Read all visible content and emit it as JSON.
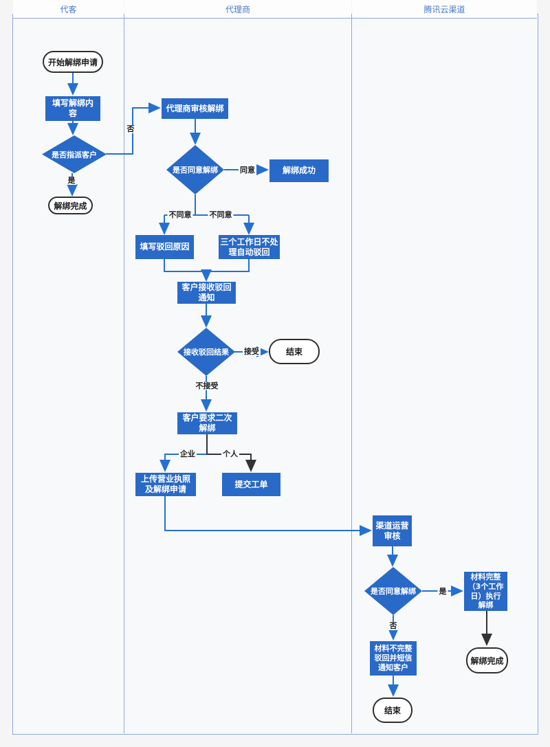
{
  "diagram": {
    "title_hint": "解绑流程泳道图",
    "lanes": [
      {
        "label": "代客"
      },
      {
        "label": "代理商"
      },
      {
        "label": "腾讯云渠道"
      }
    ],
    "nodes": {
      "start": "开始解绑申请",
      "fill_content": "填写解绑内\n容",
      "assign_customer": "是否指派客户",
      "unbind_done_left": "解绑完成",
      "agent_review": "代理商审核解绑",
      "agree_unbind": "是否同意解绑",
      "unbind_success": "解绑成功",
      "reject_reason": "填写驳回原因",
      "auto_reject": "三个工作日不处\n理自动驳回",
      "notify_reject": "客户接收驳回\n通知",
      "receive_result": "接收驳回结果",
      "end_mid": "结束",
      "second_unbind": "客户要求二次\n解绑",
      "upload_license": "上传营业执照\n及解绑申请",
      "submit_ticket": "提交工单",
      "channel_review": "渠道运营\n审核",
      "channel_agree": "是否同意解绑",
      "material_complete": "材料完整\n（3个工作\n日）执行\n解绑",
      "unbind_done_right": "解绑完成",
      "material_incomplete": "材料不完整\n驳回并短信\n通知客户",
      "end_bottom": "结束"
    },
    "edge_labels": {
      "no1": "否",
      "yes1": "是",
      "agree": "同意",
      "disagree_left": "不同意",
      "disagree_right": "不同意",
      "accept": "接受",
      "not_accept": "不接受",
      "enterprise": "企业",
      "personal": "个人",
      "yes2": "是",
      "no2": "否"
    },
    "colors": {
      "node_fill": "#2969c7",
      "connector_blue": "#2470d2",
      "connector_black": "#333333",
      "lane_border": "#8ca9dd",
      "header_text": "#4a7ac7",
      "lane_background": "#f8f9fa"
    }
  }
}
